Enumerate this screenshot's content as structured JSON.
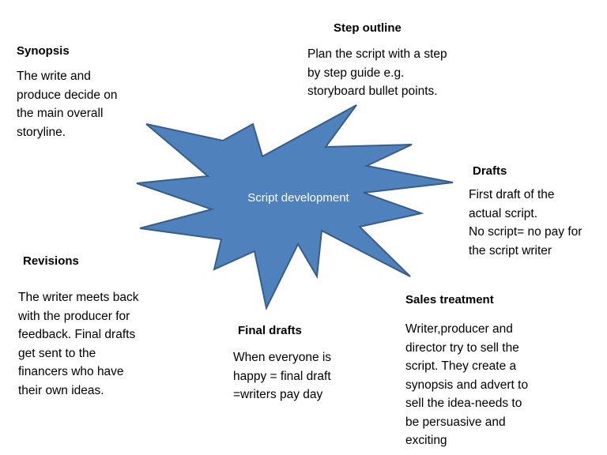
{
  "center": {
    "label": "Script development",
    "fill": "#4F81BD",
    "stroke": "#385D8A"
  },
  "stages": [
    {
      "id": "synopsis",
      "heading": "Synopsis",
      "text": "The write and\nproduce decide on\nthe main overall\nstoryline."
    },
    {
      "id": "step-outline",
      "heading": "Step outline",
      "text": "Plan the script with a step\nby step guide e.g.\nstoryboard bullet points."
    },
    {
      "id": "drafts",
      "heading": "Drafts",
      "text": "First draft of the\nactual script.\nNo script= no pay for\nthe script writer"
    },
    {
      "id": "sales-treatment",
      "heading": "Sales treatment",
      "text": "Writer,producer and\ndirector try to sell the\nscript. They create a\nsynopsis and advert to\nsell the idea-needs to\nbe persuasive and\nexciting"
    },
    {
      "id": "final-drafts",
      "heading": "Final drafts",
      "text": "When everyone is\nhappy = final draft\n=writers pay day"
    },
    {
      "id": "revisions",
      "heading": "Revisions",
      "text": "The writer meets back\nwith the producer for\nfeedback. Final drafts\nget sent to the\nfinancers who have\ntheir own ideas."
    }
  ]
}
